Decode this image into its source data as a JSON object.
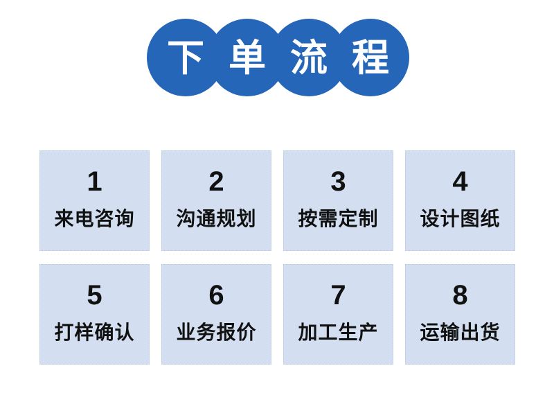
{
  "title": {
    "characters": [
      "下",
      "单",
      "流",
      "程"
    ],
    "full_text": "下单流程",
    "circle_color": "#2566b8",
    "text_color": "#ffffff"
  },
  "steps": [
    {
      "number": "1",
      "label": "来电咨询"
    },
    {
      "number": "2",
      "label": "沟通规划"
    },
    {
      "number": "3",
      "label": "按需定制"
    },
    {
      "number": "4",
      "label": "设计图纸"
    },
    {
      "number": "5",
      "label": "打样确认"
    },
    {
      "number": "6",
      "label": "业务报价"
    },
    {
      "number": "7",
      "label": "加工生产"
    },
    {
      "number": "8",
      "label": "运输出货"
    }
  ],
  "colors": {
    "box_background": "#d3dff0",
    "text": "#111111",
    "page_background": "#ffffff"
  }
}
